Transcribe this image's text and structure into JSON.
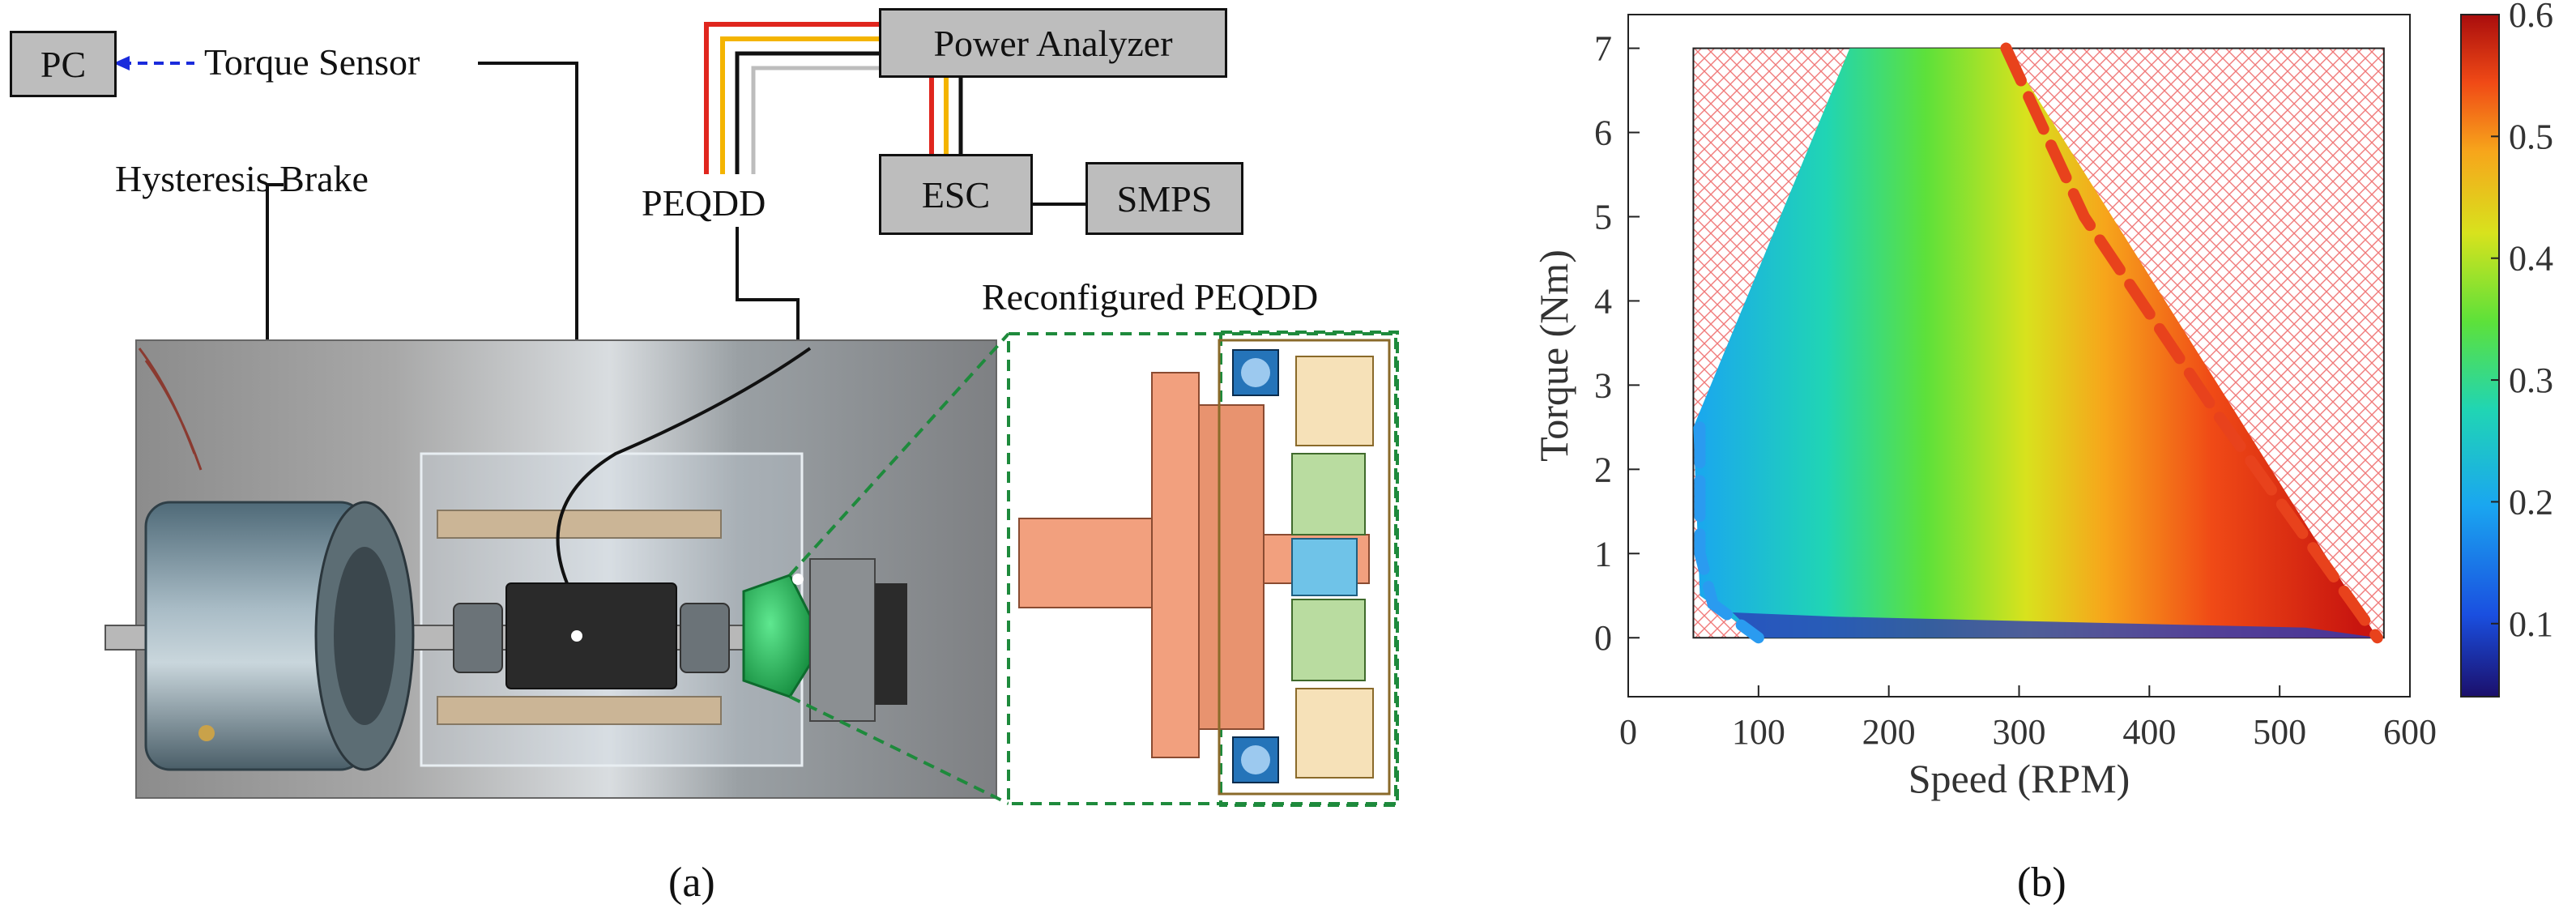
{
  "panel_a": {
    "label": "(a)",
    "boxes": {
      "pc": "PC",
      "power_analyzer": "Power Analyzer",
      "esc": "ESC",
      "smps": "SMPS"
    },
    "labels": {
      "torque_sensor": "Torque Sensor",
      "hysteresis_brake": "Hysteresis Brake",
      "peqdd": "PEQDD",
      "reconfigured_peqdd": "Reconfigured PEQDD"
    }
  },
  "panel_b": {
    "label": "(b)",
    "chart_data": {
      "type": "heatmap",
      "xlabel": "Speed (RPM)",
      "ylabel": "Torque (Nm)",
      "xlim": [
        0,
        600
      ],
      "ylim": [
        -0.7,
        7.4
      ],
      "x_ticks": [
        "0",
        "100",
        "200",
        "300",
        "400",
        "500",
        "600"
      ],
      "y_ticks": [
        "0",
        "1",
        "2",
        "3",
        "4",
        "5",
        "6",
        "7"
      ],
      "colorbar": {
        "range": [
          0.04,
          0.6
        ],
        "ticks": [
          "0.1",
          "0.2",
          "0.3",
          "0.4",
          "0.5",
          "0.6"
        ],
        "colormap": "jet"
      },
      "hatched_region": {
        "speed": [
          50,
          580
        ],
        "torque": [
          0,
          7
        ]
      },
      "envelope_upper": [
        [
          290,
          7
        ],
        [
          350,
          5
        ],
        [
          450,
          2.7
        ],
        [
          575,
          0
        ]
      ],
      "envelope_lower": [
        [
          55,
          2.5
        ],
        [
          55,
          1
        ],
        [
          65,
          0.4
        ],
        [
          100,
          0
        ]
      ],
      "operating_region": [
        [
          50,
          2.5
        ],
        [
          170,
          7
        ],
        [
          290,
          7
        ],
        [
          575,
          0
        ],
        [
          100,
          0
        ],
        [
          55,
          0.5
        ]
      ]
    }
  }
}
